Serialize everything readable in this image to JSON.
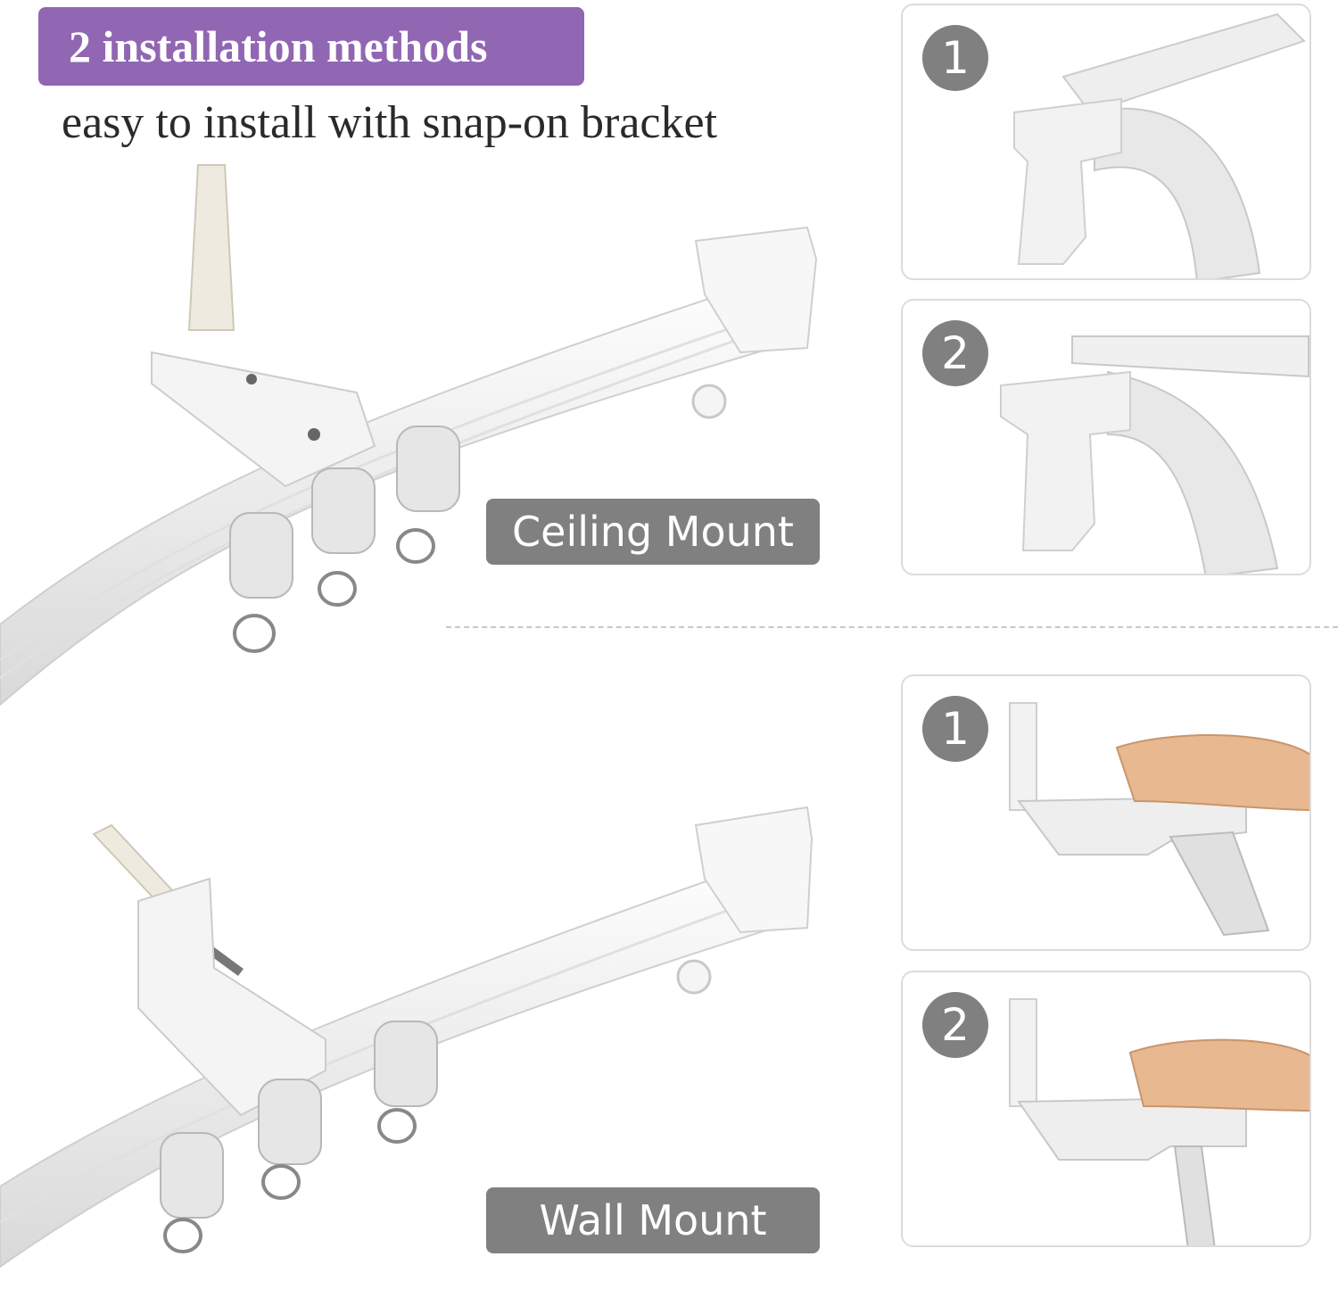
{
  "header": {
    "title": "2 installation methods",
    "subtitle": "easy to install with snap-on bracket"
  },
  "ceiling": {
    "label": "Ceiling Mount",
    "steps": [
      "1",
      "2"
    ]
  },
  "wall": {
    "label": "Wall Mount",
    "steps": [
      "1",
      "2"
    ]
  },
  "colors": {
    "accent": "#9166b3",
    "label_bg": "#808080",
    "track": "#f2f2f2"
  }
}
